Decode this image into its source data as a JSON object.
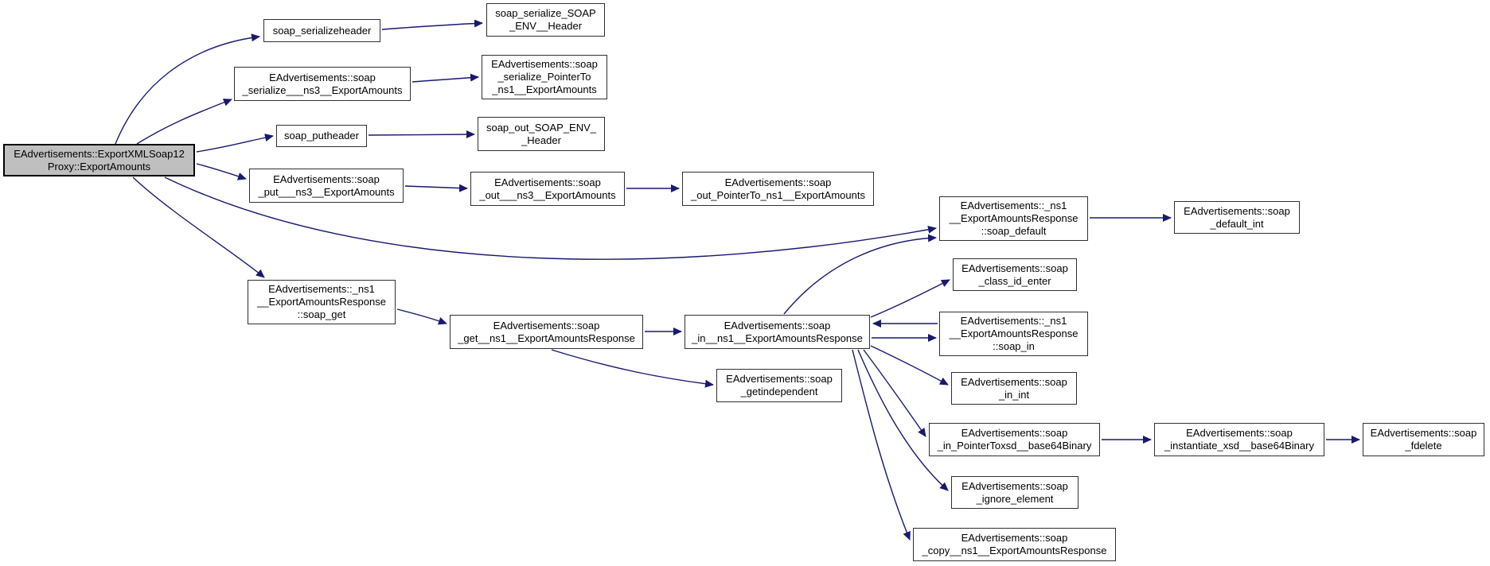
{
  "diagram": {
    "type": "doxygen-call-graph",
    "root_function": "EAdvertisements::ExportXMLSoap12Proxy::ExportAmounts",
    "colors": {
      "background": "#ffffff",
      "edge": "#191970",
      "node_border": "#303030",
      "node_fill": "#ffffff",
      "root_border": "#000000",
      "root_fill": "#bfbfbf",
      "text": "#000000"
    }
  },
  "nodes": [
    {
      "id": "export-amounts-root",
      "label": "EAdvertisements::ExportXMLSoap12\nProxy::ExportAmounts",
      "is_root": true
    },
    {
      "id": "soap-serializeheader",
      "label": "soap_serializeheader"
    },
    {
      "id": "soap-serialize-soap-env-header",
      "label": "soap_serialize_SOAP\n_ENV__Header"
    },
    {
      "id": "soap-serialize-ns3-exportamounts",
      "label": "EAdvertisements::soap\n_serialize___ns3__ExportAmounts"
    },
    {
      "id": "soap-serialize-pointerto-ns1-exportamounts",
      "label": "EAdvertisements::soap\n_serialize_PointerTo\n_ns1__ExportAmounts"
    },
    {
      "id": "soap-putheader",
      "label": "soap_putheader"
    },
    {
      "id": "soap-out-soap-env-header",
      "label": "soap_out_SOAP_ENV_\n_Header"
    },
    {
      "id": "soap-put-ns3-exportamounts",
      "label": "EAdvertisements::soap\n_put___ns3__ExportAmounts"
    },
    {
      "id": "soap-out-ns3-exportamounts",
      "label": "EAdvertisements::soap\n_out___ns3__ExportAmounts"
    },
    {
      "id": "soap-out-pointerto-ns1-exportamounts",
      "label": "EAdvertisements::soap\n_out_PointerTo_ns1__ExportAmounts"
    },
    {
      "id": "ns1-exportamountsresponse-soap-default",
      "label": "EAdvertisements::_ns1\n__ExportAmountsResponse\n::soap_default"
    },
    {
      "id": "soap-default-int",
      "label": "EAdvertisements::soap\n_default_int"
    },
    {
      "id": "ns1-exportamountsresponse-soap-get",
      "label": "EAdvertisements::_ns1\n__ExportAmountsResponse\n::soap_get"
    },
    {
      "id": "soap-class-id-enter",
      "label": "EAdvertisements::soap\n_class_id_enter"
    },
    {
      "id": "soap-get-ns1-exportamountsresponse",
      "label": "EAdvertisements::soap\n_get__ns1__ExportAmountsResponse"
    },
    {
      "id": "soap-in-ns1-exportamountsresponse",
      "label": "EAdvertisements::soap\n_in__ns1__ExportAmountsResponse"
    },
    {
      "id": "ns1-exportamountsresponse-soap-in",
      "label": "EAdvertisements::_ns1\n__ExportAmountsResponse\n::soap_in"
    },
    {
      "id": "soap-getindependent",
      "label": "EAdvertisements::soap\n_getindependent"
    },
    {
      "id": "soap-in-int",
      "label": "EAdvertisements::soap\n_in_int"
    },
    {
      "id": "soap-in-pointertoxsd-base64binary",
      "label": "EAdvertisements::soap\n_in_PointerToxsd__base64Binary"
    },
    {
      "id": "soap-instantiate-xsd-base64binary",
      "label": "EAdvertisements::soap\n_instantiate_xsd__base64Binary"
    },
    {
      "id": "soap-fdelete",
      "label": "EAdvertisements::soap\n_fdelete"
    },
    {
      "id": "soap-ignore-element",
      "label": "EAdvertisements::soap\n_ignore_element"
    },
    {
      "id": "soap-copy-ns1-exportamountsresponse",
      "label": "EAdvertisements::soap\n_copy__ns1__ExportAmountsResponse"
    }
  ],
  "edges": [
    {
      "from": "export-amounts-root",
      "to": "soap-serializeheader"
    },
    {
      "from": "soap-serializeheader",
      "to": "soap-serialize-soap-env-header"
    },
    {
      "from": "export-amounts-root",
      "to": "soap-serialize-ns3-exportamounts"
    },
    {
      "from": "soap-serialize-ns3-exportamounts",
      "to": "soap-serialize-pointerto-ns1-exportamounts"
    },
    {
      "from": "export-amounts-root",
      "to": "soap-putheader"
    },
    {
      "from": "soap-putheader",
      "to": "soap-out-soap-env-header"
    },
    {
      "from": "export-amounts-root",
      "to": "soap-put-ns3-exportamounts"
    },
    {
      "from": "soap-put-ns3-exportamounts",
      "to": "soap-out-ns3-exportamounts"
    },
    {
      "from": "soap-out-ns3-exportamounts",
      "to": "soap-out-pointerto-ns1-exportamounts"
    },
    {
      "from": "export-amounts-root",
      "to": "ns1-exportamountsresponse-soap-default"
    },
    {
      "from": "ns1-exportamountsresponse-soap-default",
      "to": "soap-default-int"
    },
    {
      "from": "export-amounts-root",
      "to": "ns1-exportamountsresponse-soap-get"
    },
    {
      "from": "ns1-exportamountsresponse-soap-get",
      "to": "soap-get-ns1-exportamountsresponse"
    },
    {
      "from": "soap-get-ns1-exportamountsresponse",
      "to": "soap-in-ns1-exportamountsresponse"
    },
    {
      "from": "soap-get-ns1-exportamountsresponse",
      "to": "soap-getindependent"
    },
    {
      "from": "soap-in-ns1-exportamountsresponse",
      "to": "ns1-exportamountsresponse-soap-default"
    },
    {
      "from": "soap-in-ns1-exportamountsresponse",
      "to": "soap-class-id-enter"
    },
    {
      "from": "ns1-exportamountsresponse-soap-in",
      "to": "soap-in-ns1-exportamountsresponse"
    },
    {
      "from": "soap-in-ns1-exportamountsresponse",
      "to": "ns1-exportamountsresponse-soap-in"
    },
    {
      "from": "soap-in-ns1-exportamountsresponse",
      "to": "soap-in-int"
    },
    {
      "from": "soap-in-ns1-exportamountsresponse",
      "to": "soap-in-pointertoxsd-base64binary"
    },
    {
      "from": "soap-in-ns1-exportamountsresponse",
      "to": "soap-ignore-element"
    },
    {
      "from": "soap-in-ns1-exportamountsresponse",
      "to": "soap-copy-ns1-exportamountsresponse"
    },
    {
      "from": "soap-in-pointertoxsd-base64binary",
      "to": "soap-instantiate-xsd-base64binary"
    },
    {
      "from": "soap-instantiate-xsd-base64binary",
      "to": "soap-fdelete"
    }
  ]
}
